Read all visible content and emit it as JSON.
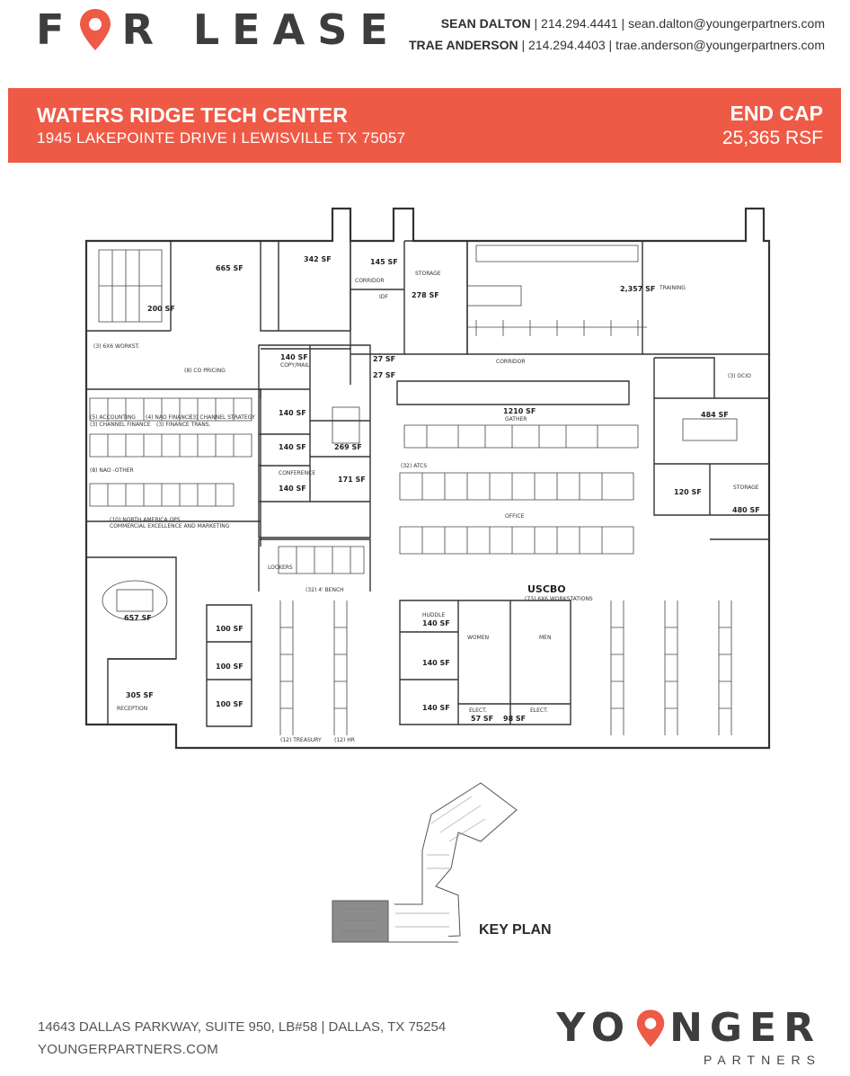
{
  "header": {
    "logo_left": "F",
    "logo_right": "R LEASE",
    "contacts": [
      {
        "name": "SEAN DALTON",
        "phone": "214.294.4441",
        "email": "sean.dalton@youngerpartners.com"
      },
      {
        "name": "TRAE ANDERSON",
        "phone": "214.294.4403",
        "email": "trae.anderson@youngerpartners.com"
      }
    ]
  },
  "banner": {
    "title": "WATERS RIDGE TECH CENTER",
    "address": "1945 LAKEPOINTE DRIVE  I  LEWISVILLE TX 75057",
    "suite_type": "END CAP",
    "size": "25,365 RSF"
  },
  "plan": {
    "rooms": {
      "r665": "665 SF",
      "r342": "342 SF",
      "r145": "145 SF",
      "r278": "278 SF",
      "r200": "200 SF",
      "r2357": "2,357 SF",
      "r140a": "140 SF",
      "r27a": "27 SF",
      "r27b": "27 SF",
      "r140b": "140 SF",
      "r140c": "140 SF",
      "r269": "269 SF",
      "r171": "171 SF",
      "r140d": "140 SF",
      "r1210": "1210 SF",
      "r484": "484 SF",
      "r120": "120 SF",
      "r480": "480 SF",
      "r657": "657 SF",
      "r305": "305 SF",
      "r100a": "100 SF",
      "r100b": "100 SF",
      "r100c": "100 SF",
      "r140e": "140 SF",
      "r140f": "140 SF",
      "r140g": "140 SF",
      "r57": "57 SF",
      "r98": "98 SF"
    },
    "labels": {
      "usc_big": "USCBO",
      "usc_sub": "(73) 6X6 WORKSTATIONS",
      "workst": "(3) 6X6 WORKST.",
      "pricing": "(8) CO PRICING",
      "accounting": "(5) ACCOUNTING",
      "nao_finance": "(4) NAO FINANCE",
      "channel_strategy": "(3) CHANNEL STRATEGY",
      "channel_finance": "(3) CHANNEL FINANCE",
      "finance_trans": "(3) FINANCE TRANS.",
      "nao_other": "(8) NAO -OTHER",
      "north_america": "(10) NORTH AMERICA OPS",
      "commercial": "COMMERCIAL EXCELLENCE AND MARKETING",
      "bench": "(32) 4' BENCH",
      "treasury": "(12) TREASURY",
      "hr": "(12) HR",
      "atcs": "(32) ATCS",
      "storage": "STORAGE",
      "corridor": "CORRIDOR",
      "reception": "RECEPTION",
      "gather": "GATHER",
      "training": "TRAINING",
      "lockers": "LOCKERS",
      "idf": "IDF",
      "ocio": "(3) OCIO",
      "huddle": "HUDDLE",
      "office": "OFFICE",
      "women": "WOMEN",
      "men": "MEN",
      "elect": "ELECT.",
      "conference": "CONFERENCE",
      "copy": "COPY/MAIL"
    }
  },
  "keyplan": {
    "label": "KEY PLAN"
  },
  "footer": {
    "address": "14643 DALLAS PARKWAY, SUITE 950, LB#58 | DALLAS, TX 75254",
    "website": "YOUNGERPARTNERS.COM",
    "brand_left": "YO",
    "brand_right": "NGER",
    "brand_sub": "PARTNERS"
  },
  "colors": {
    "accent": "#ee5a45",
    "text": "#3d3d3d",
    "key_highlight": "#8c8c8c"
  }
}
